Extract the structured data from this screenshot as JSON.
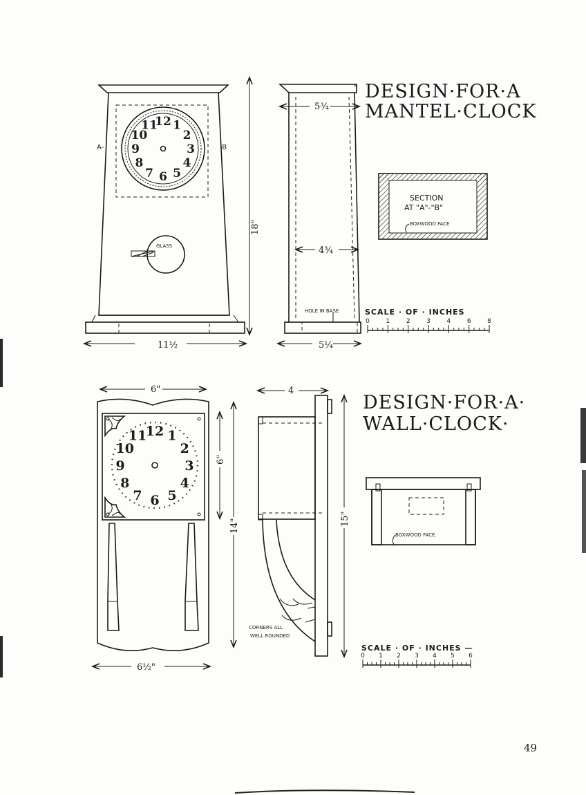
{
  "mantel": {
    "title_line1": "DESIGN·FOR·A",
    "title_line2": "MANTEL·CLOCK",
    "dial_numerals": [
      "12",
      "1",
      "2",
      "3",
      "4",
      "5",
      "6",
      "7",
      "8",
      "9",
      "10",
      "11"
    ],
    "label_a": "A-",
    "label_b": "-B",
    "glass_label": "GLASS",
    "dim_height": "18\"",
    "dim_front_width": "11½",
    "dim_side_top": "5¾",
    "dim_side_mid": "4¾",
    "dim_side_bottom": "5¼",
    "hole_label": "HOLE IN BASE",
    "section_line1": "SECTION",
    "section_line2": "AT \"A\"-\"B\"",
    "section_face": "BOXWOOD FACE",
    "scale_title": "SCALE · OF · INCHES",
    "scale_ticks": [
      "0",
      "1",
      "2",
      "3",
      "4",
      "6",
      "8"
    ]
  },
  "wall": {
    "title_line1": "DESIGN·FOR·A·",
    "title_line2": "WALL·CLOCK·",
    "dial_numerals": [
      "12",
      "1",
      "2",
      "3",
      "4",
      "5",
      "6",
      "7",
      "8",
      "9",
      "10",
      "11"
    ],
    "dim_top_width": "6\"",
    "dim_dial_height": "6\"",
    "dim_front_height": "14\"",
    "dim_bottom_width": "6½\"",
    "dim_side_depth": "4",
    "dim_side_height": "15\"",
    "corners_line1": "CORNERS ALL",
    "corners_line2": "WELL ROUNDED",
    "section_face": "BOXWOOD FACE.",
    "scale_title": "SCALE · OF · INCHES —",
    "scale_ticks": [
      "0",
      "1",
      "2",
      "3",
      "4",
      "5",
      "6"
    ]
  },
  "page_number": "49"
}
